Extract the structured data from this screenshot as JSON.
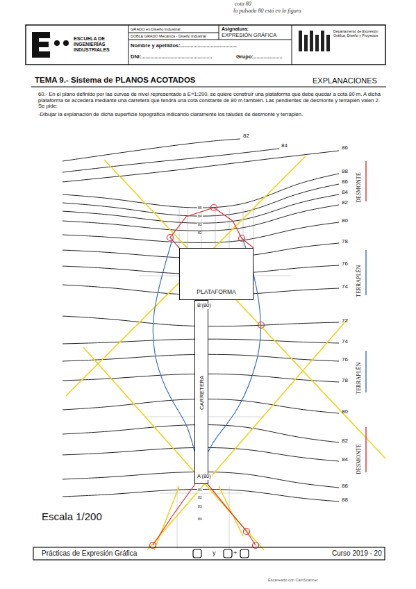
{
  "diagram": {
    "title": "TEMA 9.- Sistema de PLANOS ACOTADOS",
    "nodes": [
      {
        "text": [
          "PLATAFORMA"
        ]
      },
      {
        "text": [
          "CARRETERA"
        ]
      }
    ],
    "labels": [
      "cota 80",
      "la pulsada 80 está en la figura",
      "ESCUELA DE INGENIERÍAS INDUSTRIALES",
      "GRADO en Diseño Industrial",
      "DOBLE GRADO Mecánica - Diseño Industrial",
      "Asignatura:",
      "EXPRESIÓN GRÁFICA",
      "Nombre y apellidos:.......................................",
      "DNI:.................................................",
      "Grupo:....................",
      "Departamento de Expresión Gráfica, Diseño y Proyectos",
      "EXPLANACIONES",
      "60.- En el plano definido por las curvas de nivel representado a E=1:200, se quiere construir una plataforma que debe quedar a cota 80 m. A dicha plataforma se accederá mediante una carretera que tendrá una cota constante de 80 m también. Las pendientes de desmonte y terraplén valen 2. Se pide:",
      "-Dibujar la explanación de dicha superficie topográfica indicando claramente los taludes de desmonte y terraplén.",
      "82",
      "84",
      "86",
      "88",
      "86",
      "84",
      "82",
      "80",
      "78",
      "76",
      "74",
      "72",
      "74",
      "76",
      "78",
      "80",
      "82",
      "84",
      "86",
      "88",
      "DESMONTE",
      "TERRAPLÉN",
      "TERRAPLÉN",
      "DESMONTE",
      "B'(80)",
      "A'(80)",
      "85",
      "84",
      "83",
      "82",
      "81",
      "82",
      "83",
      "84",
      "Escala 1/200",
      "Prácticas de Expresión Gráfica",
      "y",
      "+",
      "Curso 2019 - 20",
      "Escaneado con CamScanner"
    ]
  }
}
